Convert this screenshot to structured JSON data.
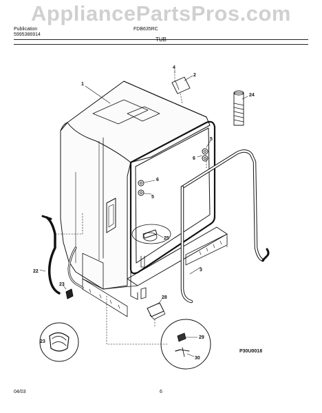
{
  "watermark": "AppliancePartsPros.com",
  "header": {
    "publication_label": "Publication",
    "publication_number": "5995386914",
    "model": "FDB635RC"
  },
  "title": "TUB",
  "callouts": {
    "c1": "1",
    "c2": "2",
    "c3": "3",
    "c4": "4",
    "c5a": "5",
    "c5b": "5",
    "c6a": "6",
    "c6b": "6",
    "c22": "22",
    "c23a": "23",
    "c23b": "23",
    "c24": "24",
    "c25": "25",
    "c28": "28",
    "c29": "29",
    "c30": "30"
  },
  "diagram_code": "P30U0018",
  "footer": {
    "date": "04/03",
    "page": "6"
  }
}
